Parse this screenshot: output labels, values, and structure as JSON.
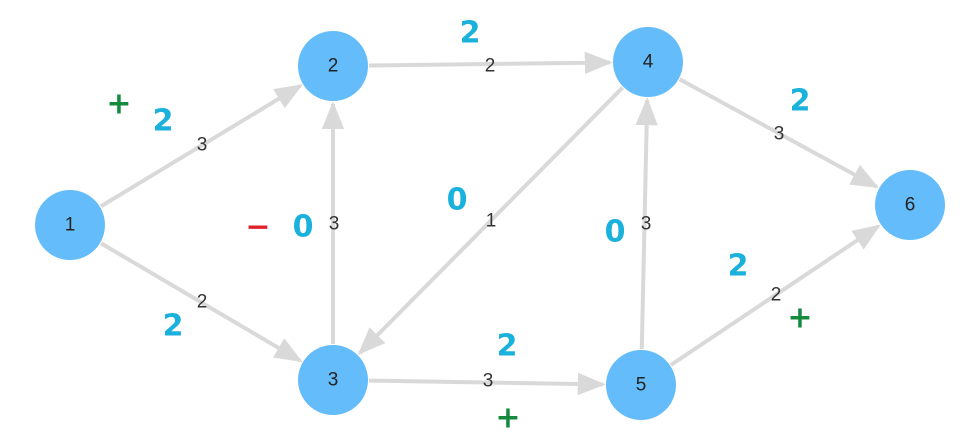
{
  "graph": {
    "colors": {
      "node_fill": "#64bdfa",
      "edge": "#d9d9d9",
      "cap_text": "#333333",
      "flow_ink": "#1bb1dd",
      "plus_ink": "#138a3e",
      "minus_ink": "#e0202a"
    },
    "nodes": [
      {
        "id": "1",
        "label": "1"
      },
      {
        "id": "2",
        "label": "2"
      },
      {
        "id": "3",
        "label": "3"
      },
      {
        "id": "4",
        "label": "4"
      },
      {
        "id": "5",
        "label": "5"
      },
      {
        "id": "6",
        "label": "6"
      }
    ],
    "edges": [
      {
        "from": "1",
        "to": "2",
        "capacity": "3",
        "flow": "2",
        "mark": "+"
      },
      {
        "from": "1",
        "to": "3",
        "capacity": "2",
        "flow": "2",
        "mark": ""
      },
      {
        "from": "3",
        "to": "2",
        "capacity": "3",
        "flow": "0",
        "mark": "−"
      },
      {
        "from": "2",
        "to": "4",
        "capacity": "2",
        "flow": "2",
        "mark": ""
      },
      {
        "from": "4",
        "to": "3",
        "capacity": "1",
        "flow": "0",
        "mark": ""
      },
      {
        "from": "3",
        "to": "5",
        "capacity": "3",
        "flow": "2",
        "mark": "+"
      },
      {
        "from": "5",
        "to": "4",
        "capacity": "3",
        "flow": "0",
        "mark": ""
      },
      {
        "from": "4",
        "to": "6",
        "capacity": "3",
        "flow": "2",
        "mark": ""
      },
      {
        "from": "5",
        "to": "6",
        "capacity": "2",
        "flow": "2",
        "mark": "+"
      }
    ]
  }
}
